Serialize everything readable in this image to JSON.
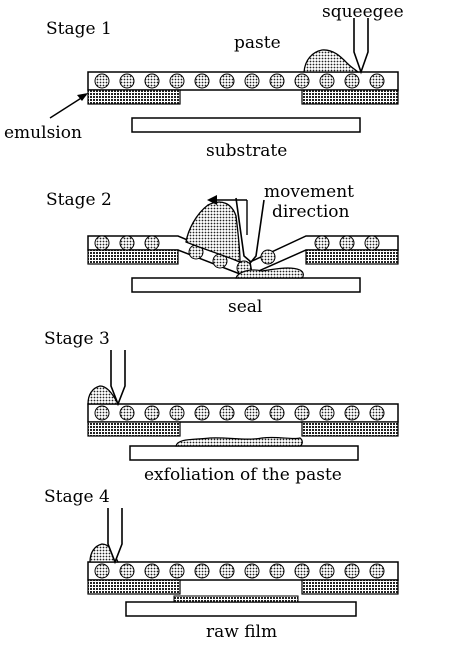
{
  "stages": [
    {
      "title": "Stage 1",
      "labels": {
        "squeegee": "squeegee",
        "paste": "paste",
        "emulsion": "emulsion",
        "substrate": "substrate"
      }
    },
    {
      "title": "Stage 2",
      "labels": {
        "movement": "movement",
        "direction": "direction",
        "seal": "seal"
      }
    },
    {
      "title": "Stage 3",
      "labels": {
        "caption": "exfoliation of the paste"
      }
    },
    {
      "title": "Stage 4",
      "labels": {
        "caption": "raw film"
      }
    }
  ],
  "colors": {
    "ink": "#000000",
    "paper": "#ffffff",
    "stipple": "#555555"
  }
}
